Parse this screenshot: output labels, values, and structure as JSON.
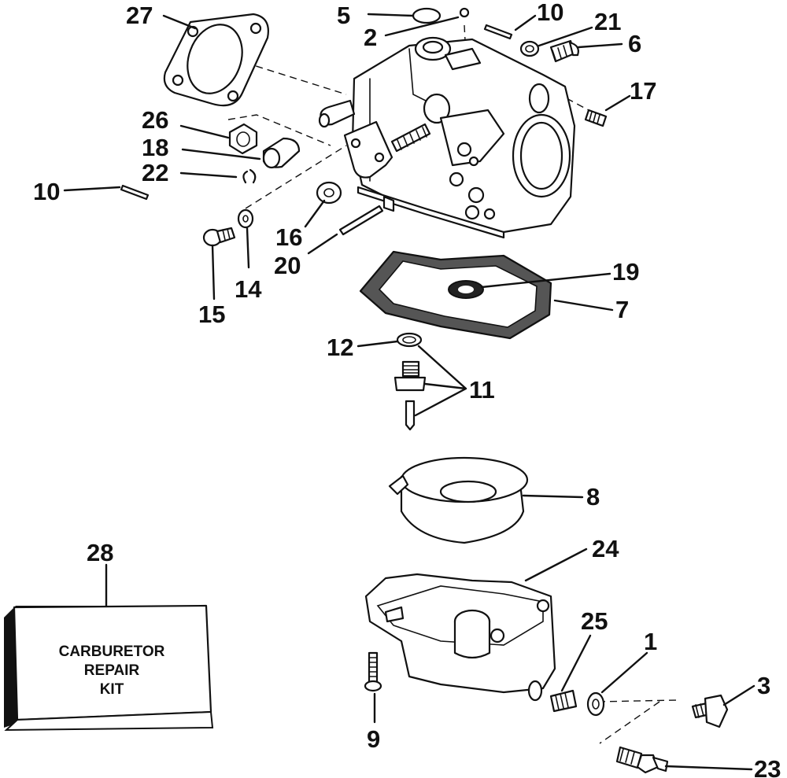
{
  "diagram": {
    "callouts": [
      "27",
      "5",
      "2",
      "10",
      "21",
      "6",
      "17",
      "26",
      "18",
      "22",
      "10",
      "16",
      "20",
      "14",
      "15",
      "19",
      "7",
      "12",
      "11",
      "8",
      "24",
      "28",
      "25",
      "1",
      "3",
      "9",
      "23"
    ],
    "kit": {
      "number": "28",
      "line1": "CARBURETOR",
      "line2": "REPAIR",
      "line3": "KIT"
    }
  }
}
